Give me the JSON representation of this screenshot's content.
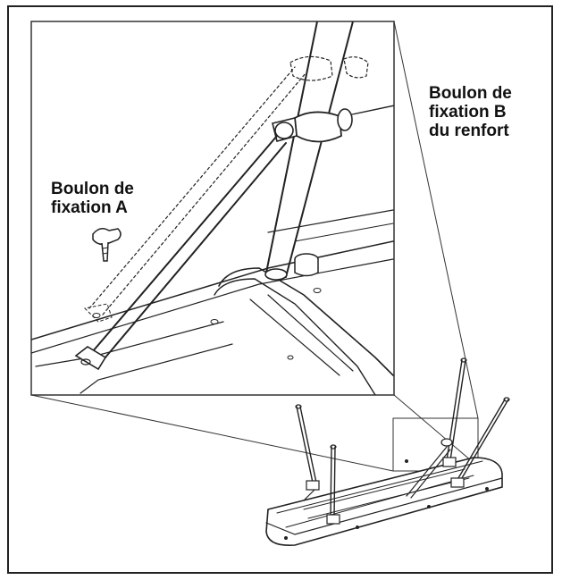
{
  "labels": {
    "bolt_b": [
      "Boulon de",
      "fixation B",
      "du renfort"
    ],
    "bolt_a": [
      "Boulon de",
      "fixation A"
    ]
  },
  "colors": {
    "line": "#222222",
    "background": "#ffffff"
  }
}
